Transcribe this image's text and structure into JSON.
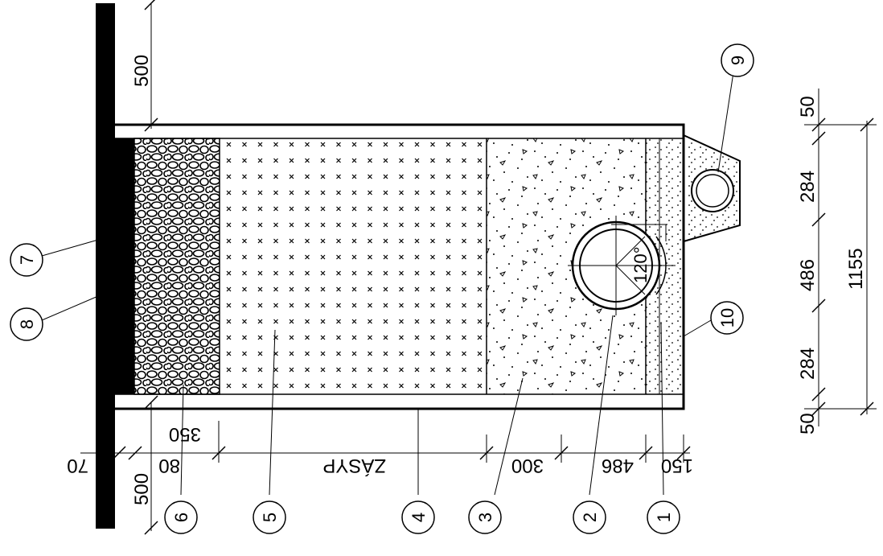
{
  "dimensions": {
    "top_500": "500",
    "bottom_500": "500",
    "d_70": "70",
    "d_80": "80",
    "d_350": "350",
    "zasyp": "ZÁSYP",
    "d_300": "300",
    "d_486_bottom": "486",
    "d_150": "150",
    "r_50_top": "50",
    "r_284_top": "284",
    "r_486": "486",
    "r_284_bottom": "284",
    "r_50_bottom": "50",
    "r_1155": "1155",
    "angle": "120°"
  },
  "callouts": [
    "1",
    "2",
    "3",
    "4",
    "5",
    "6",
    "7",
    "8",
    "9",
    "10"
  ]
}
